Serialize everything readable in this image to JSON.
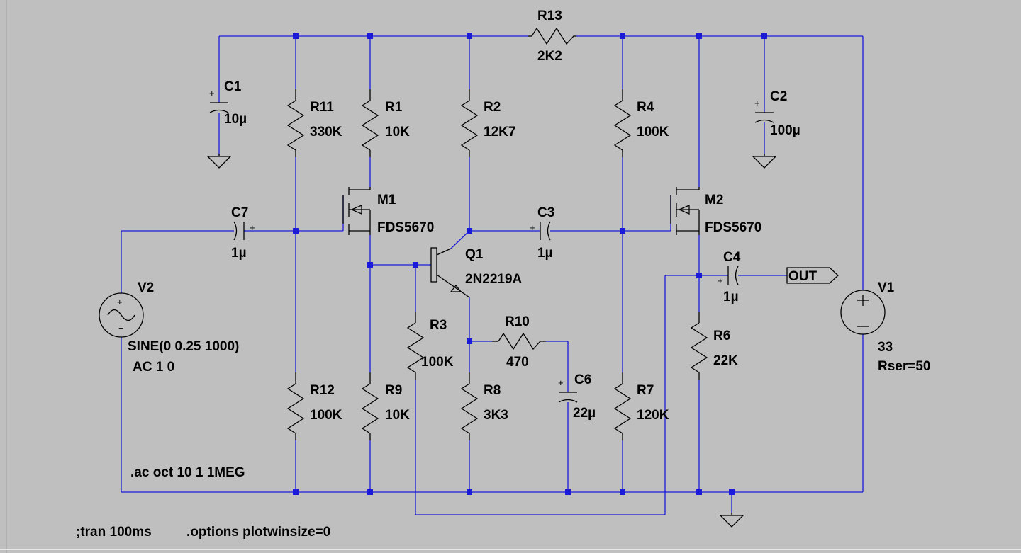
{
  "schematic": {
    "colors": {
      "background": "#c0bfc0",
      "wire": "#1a1ad8",
      "component": "#000000",
      "text": "#000000"
    },
    "components": {
      "R13": {
        "name": "R13",
        "value": "2K2"
      },
      "C1": {
        "name": "C1",
        "value": "10µ"
      },
      "R11": {
        "name": "R11",
        "value": "330K"
      },
      "R1": {
        "name": "R1",
        "value": "10K"
      },
      "R2": {
        "name": "R2",
        "value": "12K7"
      },
      "R4": {
        "name": "R4",
        "value": "100K"
      },
      "C2": {
        "name": "C2",
        "value": "100µ"
      },
      "M1": {
        "name": "M1",
        "value": "FDS5670"
      },
      "M2": {
        "name": "M2",
        "value": "FDS5670"
      },
      "C7": {
        "name": "C7",
        "value": "1µ"
      },
      "C3": {
        "name": "C3",
        "value": "1µ"
      },
      "C4": {
        "name": "C4",
        "value": "1µ"
      },
      "Q1": {
        "name": "Q1",
        "value": "2N2219A"
      },
      "V2": {
        "name": "V2",
        "value": "SINE(0 0.25 1000)",
        "value2": "AC 1 0"
      },
      "V1": {
        "name": "V1",
        "value": "33",
        "value2": "Rser=50"
      },
      "R3": {
        "name": "R3",
        "value": "100K"
      },
      "R10": {
        "name": "R10",
        "value": "470"
      },
      "C6": {
        "name": "C6",
        "value": "22µ"
      },
      "R6": {
        "name": "R6",
        "value": "22K"
      },
      "R12": {
        "name": "R12",
        "value": "100K"
      },
      "R9": {
        "name": "R9",
        "value": "10K"
      },
      "R8": {
        "name": "R8",
        "value": "3K3"
      },
      "R7": {
        "name": "R7",
        "value": "120K"
      }
    },
    "net_label": "OUT",
    "directives": {
      "ac": ".ac oct 10 1 1MEG",
      "tran": ";tran 100ms",
      "options": ".options plotwinsize=0"
    }
  }
}
